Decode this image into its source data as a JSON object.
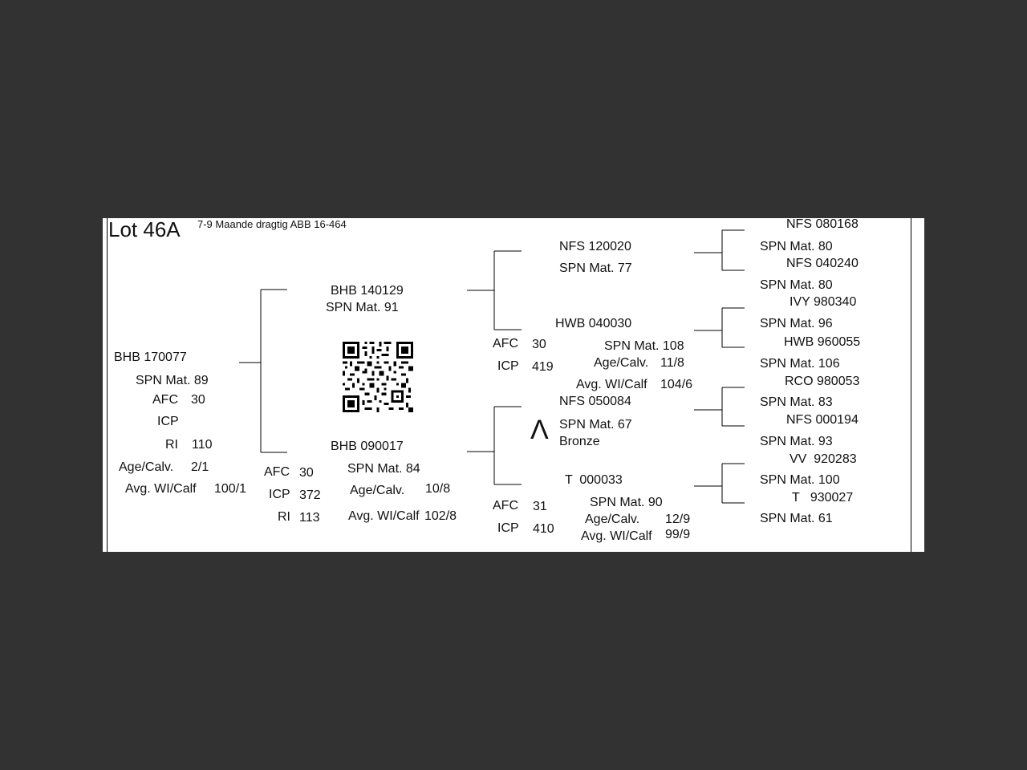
{
  "lot": {
    "title": "Lot 46A",
    "subtitle": "7-9 Maande dragtig ABB 16-464"
  },
  "animal": {
    "id": "BHB 170077",
    "spn": "SPN Mat. 89",
    "afc_label": "AFC",
    "afc": "30",
    "icp_label": "ICP",
    "ri_label": "RI",
    "ri": "110",
    "agecalv_label": "Age/Calv.",
    "agecalv": "2/1",
    "avgwi_label": "Avg. WI/Calf",
    "avgwi": "100/1"
  },
  "sire": {
    "id": "BHB 140129",
    "spn": "SPN Mat. 91"
  },
  "dam": {
    "id": "BHB 090017",
    "spn": "SPN Mat. 84",
    "afc_label": "AFC",
    "afc": "30",
    "icp_label": "ICP",
    "icp": "372",
    "ri_label": "RI",
    "ri": "113",
    "agecalv_label": "Age/Calv.",
    "agecalv": "10/8",
    "avgwi_label": "Avg. WI/Calf",
    "avgwi": "102/8"
  },
  "ss": {
    "id": "NFS 120020",
    "spn": "SPN Mat. 77"
  },
  "sd": {
    "id": "HWB 040030",
    "afc_label": "AFC",
    "afc": "30",
    "icp_label": "ICP",
    "icp": "419",
    "spn": "SPN Mat. 108",
    "agecalv_label": "Age/Calv.",
    "agecalv": "11/8",
    "avgwi_label": "Avg. WI/Calf",
    "avgwi": "104/6"
  },
  "ds": {
    "id": "NFS 050084",
    "spn": "SPN Mat. 67",
    "award": "Bronze",
    "mark": "Λ"
  },
  "dd": {
    "id": "T  000033",
    "afc_label": "AFC",
    "afc": "31",
    "icp_label": "ICP",
    "icp": "410",
    "spn": "SPN Mat. 90",
    "agecalv_label": "Age/Calv.",
    "agecalv": "12/9",
    "avgwi_label": "Avg. WI/Calf",
    "avgwi": "99/9"
  },
  "ggp": [
    {
      "id": "NFS 080168",
      "spn": "SPN Mat. 80"
    },
    {
      "id": "NFS 040240",
      "spn": "SPN Mat. 80"
    },
    {
      "id": "IVY 980340",
      "spn": "SPN Mat. 96"
    },
    {
      "id": "HWB 960055",
      "spn": "SPN Mat. 106"
    },
    {
      "id": "RCO 980053",
      "spn": "SPN Mat. 83"
    },
    {
      "id": "NFS 000194",
      "spn": "SPN Mat. 93"
    },
    {
      "id": "VV  920283",
      "spn": "SPN Mat. 100"
    },
    {
      "id": "T   930027",
      "spn": "SPN Mat. 61"
    }
  ],
  "colors": {
    "background": "#323232",
    "paper": "#ffffff",
    "ink": "#111111"
  }
}
